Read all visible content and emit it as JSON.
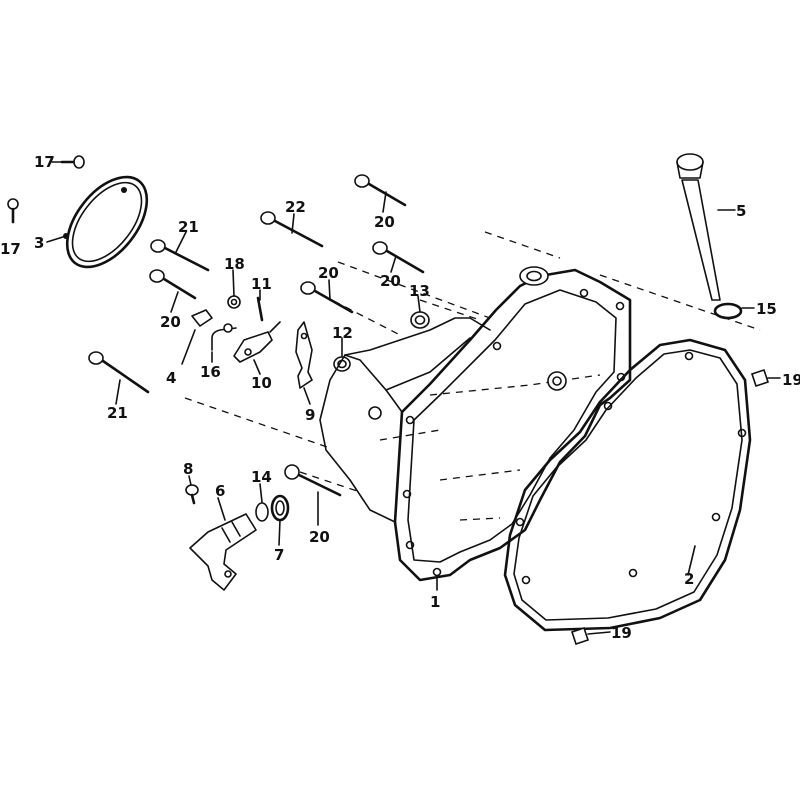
{
  "diagram": {
    "parts": [
      {
        "id": "p1",
        "label": "1"
      },
      {
        "id": "p2",
        "label": "2"
      },
      {
        "id": "p3",
        "label": "3"
      },
      {
        "id": "p4",
        "label": "4"
      },
      {
        "id": "p5",
        "label": "5"
      },
      {
        "id": "p6",
        "label": "6"
      },
      {
        "id": "p7",
        "label": "7"
      },
      {
        "id": "p8",
        "label": "8"
      },
      {
        "id": "p9",
        "label": "9"
      },
      {
        "id": "p10",
        "label": "10"
      },
      {
        "id": "p11",
        "label": "11"
      },
      {
        "id": "p12",
        "label": "12"
      },
      {
        "id": "p13",
        "label": "13"
      },
      {
        "id": "p14",
        "label": "14"
      },
      {
        "id": "p15",
        "label": "15"
      },
      {
        "id": "p16",
        "label": "16"
      },
      {
        "id": "p17a",
        "label": "17"
      },
      {
        "id": "p17b",
        "label": "17"
      },
      {
        "id": "p18",
        "label": "18"
      },
      {
        "id": "p19a",
        "label": "19"
      },
      {
        "id": "p19b",
        "label": "19"
      },
      {
        "id": "p20a",
        "label": "20"
      },
      {
        "id": "p20b",
        "label": "20"
      },
      {
        "id": "p20c",
        "label": "20"
      },
      {
        "id": "p20d",
        "label": "20"
      },
      {
        "id": "p20e",
        "label": "20"
      },
      {
        "id": "p21a",
        "label": "21"
      },
      {
        "id": "p21b",
        "label": "21"
      },
      {
        "id": "p22",
        "label": "22"
      }
    ]
  }
}
